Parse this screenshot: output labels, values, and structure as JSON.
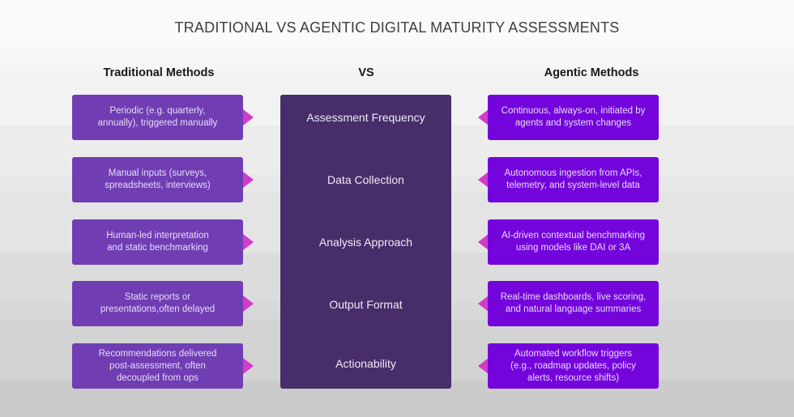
{
  "title": "TRADITIONAL VS AGENTIC DIGITAL MATURITY ASSESSMENTS",
  "headers": {
    "left": "Traditional Methods",
    "center": "VS",
    "right": "Agentic Methods"
  },
  "colors": {
    "traditional_box": "#703db3",
    "agentic_box": "#7404dc",
    "center_panel": "#482d6b",
    "arrow": "#d23cc8"
  },
  "rows": [
    {
      "category": "Assessment Frequency",
      "traditional": "Periodic (e.g. quarterly,\nannually), triggered manually",
      "agentic": "Continuous, always-on, initiated by\nagents and system changes"
    },
    {
      "category": "Data Collection",
      "traditional": "Manual inputs (surveys,\nspreadsheets, interviews)",
      "agentic": "Autonomous ingestion from APIs,\ntelemetry, and system-level data"
    },
    {
      "category": "Analysis Approach",
      "traditional": "Human-led interpretation\nand static benchmarking",
      "agentic": "AI-driven contextual benchmarking\nusing models like DAI or 3A"
    },
    {
      "category": "Output Format",
      "traditional": "Static reports or\npresentations,often delayed",
      "agentic": "Real-time dashboards, live scoring,\nand natural language summaries"
    },
    {
      "category": "Actionability",
      "traditional": "Recommendations delivered\npost-assessment, often\ndecoupled from ops",
      "agentic": "Automated workflow triggers\n(e.g., roadmap updates, policy\nalerts, resource shifts)"
    }
  ]
}
